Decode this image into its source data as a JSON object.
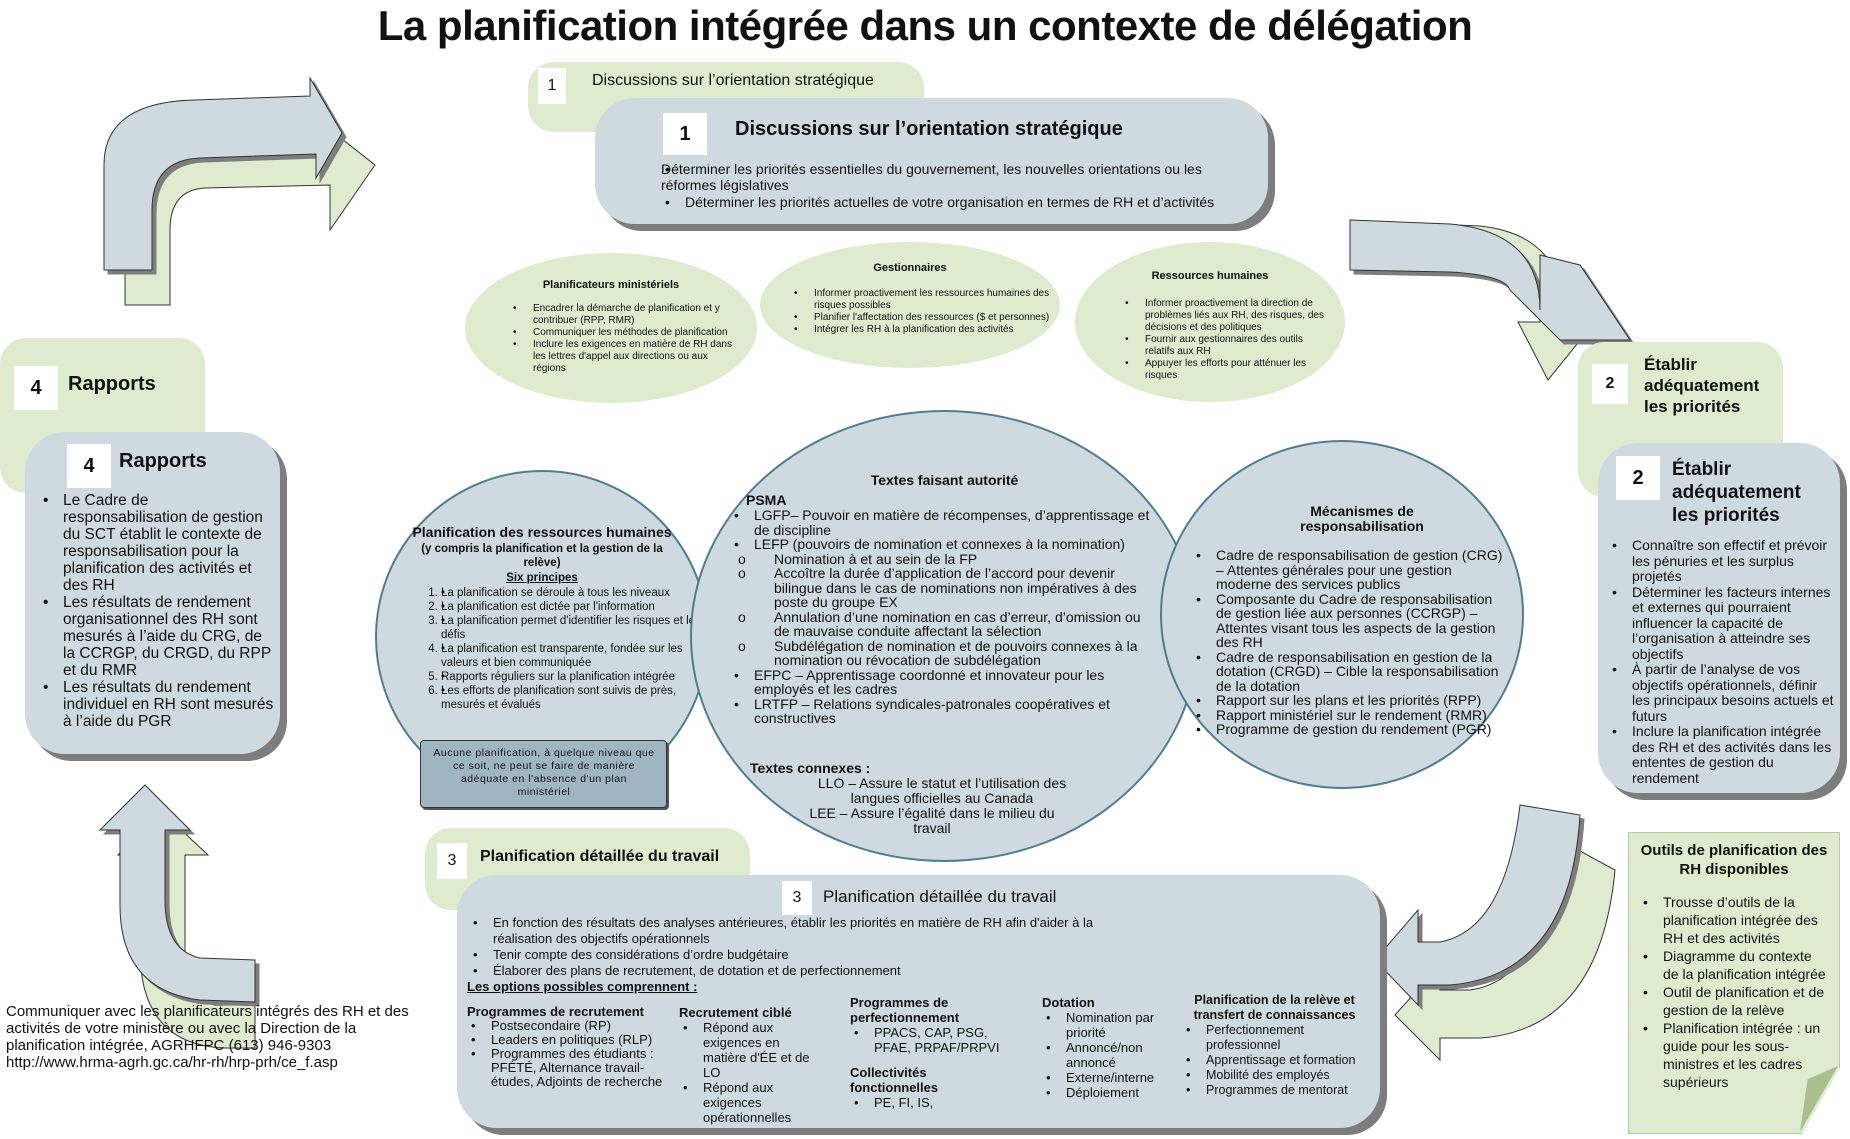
{
  "title": "La planification intégrée dans un contexte de délégation",
  "colors": {
    "panel_blue": "#cfdae0",
    "panel_green": "#dfebcf",
    "shadow": "#7d7d7d",
    "oval_border": "#4e7d8f"
  },
  "step1": {
    "number": "1",
    "tab_label": "Discussions sur l’orientation stratégique",
    "heading": "Discussions sur l’orientation stratégique",
    "items": [
      "Déterminer les priorités essentielles du gouvernement, les nouvelles orientations ou les réformes législatives",
      "Déterminer les priorités actuelles de votre organisation en termes de RH et d’activités"
    ]
  },
  "roles": [
    {
      "title": "Planificateurs ministériels",
      "items": [
        "Encadrer la démarche de planification et y contribuer (RPP, RMR)",
        "Communiquer les méthodes de planification",
        "Inclure les exigences en matière de RH dans les lettres d'appel aux directions ou aux régions"
      ]
    },
    {
      "title": "Gestionnaires",
      "items": [
        "Informer proactivement les ressources humaines des risques possibles",
        "Planifier l'affectation des ressources ($ et personnes)",
        "Intégrer les RH à la planification des activités"
      ]
    },
    {
      "title": "Ressources humaines",
      "items": [
        "Informer proactivement la direction de problèmes liés aux RH, des risques, des décisions et des politiques",
        "Fournir aux gestionnaires des outils relatifs aux RH",
        "Appuyer les efforts pour atténuer les risques"
      ]
    }
  ],
  "step2": {
    "number": "2",
    "tab_label": "Établir adéquatement les priorités",
    "heading": "Établir adéquatement les priorités",
    "items": [
      "Connaître son effectif et prévoir les pénuries et les surplus projetés",
      "Déterminer les facteurs internes et externes qui pourraient influencer la capacité de l’organisation à atteindre ses objectifs",
      "À partir de l’analyse de vos objectifs opérationnels, définir les principaux besoins actuels et futurs",
      "Inclure la planification intégrée des RH et des activités dans les ententes de gestion du rendement"
    ]
  },
  "step4": {
    "number": "4",
    "tab_label": "Rapports",
    "heading": "Rapports",
    "items": [
      "Le Cadre de responsabilisation de gestion du SCT établit le contexte de responsabilisation pour la planification des activités et des RH",
      "Les résultats de rendement organisationnel des RH sont mesurés à l’aide du CRG, de la CCRGP, du CRGD, du RPP et du RMR",
      "Les résultats du rendement individuel en RH sont mesurés à l’aide du PGR"
    ]
  },
  "hr_planning": {
    "title": "Planification des ressources humaines",
    "subtitle": "(y compris la planification et la gestion de la relève)",
    "principles_label": "Six principes",
    "principles": [
      "La planification se déroule à tous les niveaux",
      "La planification est dictée par l'information",
      "La planification permet d'identifier les risques et les défis",
      "La planification est transparente, fondée sur les valeurs et bien communiquée",
      "Rapports réguliers sur la planification intégrée",
      "Les efforts de planification sont suivis de près, mesurés et évalués"
    ],
    "scroll_note": "Aucune planification, à quelque niveau que ce soit, ne peut se faire de manière adéquate en l'absence d'un plan ministériel"
  },
  "authority": {
    "title": "Textes faisant autorité",
    "psma_label": "PSMA",
    "items": [
      {
        "text": "LGFP– Pouvoir en matière de récompenses, d’apprentissage et de discipline",
        "sub": []
      },
      {
        "text": "LEFP  (pouvoirs de nomination et connexes à la nomination)",
        "sub": [
          "Nomination à et au sein de la FP",
          "Accoître la durée d’application de l’accord pour devenir bilingue dans le cas de nominations non impératives à des poste du groupe EX",
          "Annulation d’une nomination en cas d’erreur, d’omission ou de mauvaise conduite affectant la sélection",
          "Subdélégation de nomination et de pouvoirs connexes à la nomination ou révocation de subdélégation"
        ]
      },
      {
        "text": "EFPC – Apprentissage coordonné et innovateur pour les employés et les cadres",
        "sub": []
      },
      {
        "text": "LRTFP – Relations syndicales-patronales coopératives et constructives",
        "sub": []
      }
    ],
    "related_label": "Textes connexes :",
    "related": [
      "LLO – Assure le statut et l’utilisation des langues officielles au Canada",
      "LEE – Assure l’égalité dans le milieu du travail"
    ]
  },
  "accountability": {
    "title": "Mécanismes de responsabilisation",
    "items": [
      "Cadre de responsabilisation de gestion (CRG) – Attentes générales pour une gestion moderne des services publics",
      "Composante du Cadre de responsabilisation de gestion liée aux personnes (CCRGP) – Attentes visant tous les aspects de la gestion des RH",
      "Cadre de responsabilisation en gestion de la dotation (CRGD) – Cible la responsabilisation de la dotation",
      "Rapport sur les plans et les priorités (RPP)",
      "Rapport ministériel sur le rendement (RMR)",
      "Programme de gestion du rendement (PGR)"
    ]
  },
  "step3": {
    "number": "3",
    "tab_label": "Planification détaillée du travail",
    "heading": "Planification détaillée du travail",
    "items": [
      "En fonction des résultats des analyses antérieures, établir les priorités en matière de RH afin d'aider à la réalisation des objectifs opérationnels",
      "Tenir compte des considérations d’ordre budgétaire",
      "Élaborer des plans de recrutement, de dotation et de perfectionnement"
    ],
    "options_label": "Les options possibles comprennent :",
    "columns": [
      {
        "title": "Programmes de recrutement",
        "items": [
          "Postsecondaire (RP)",
          "Leaders en politiques (RLP)",
          "Programmes des étudiants : PFÉTÉ, Alternance travail-études, Adjoints de recherche"
        ]
      },
      {
        "title": "Recrutement ciblé",
        "items": [
          "Répond aux exigences en matière d'ÉE et de LO",
          "Répond aux exigences opérationnelles"
        ]
      },
      {
        "title": "Programmes de perfectionnement",
        "items": [
          "PPACS, CAP, PSG, PFAE, PRPAF/PRPVI"
        ],
        "title2": "Collectivités fonctionnelles",
        "items2": [
          "PE, FI, IS,"
        ]
      },
      {
        "title": "Dotation",
        "items": [
          "Nomination par priorité",
          "Annoncé/non annoncé",
          "Externe/interne",
          "Déploiement"
        ]
      },
      {
        "title": "Planification de la relève et transfert de connaissances",
        "items": [
          "Perfectionnement professionnel",
          "Apprentissage et formation",
          "Mobilité des employés",
          "Programmes de mentorat"
        ]
      }
    ]
  },
  "tools": {
    "title": "Outils de planification des RH disponibles",
    "items": [
      "Trousse d’outils de la planification intégrée des RH et des activités",
      "Diagramme du contexte de la planification intégrée",
      "Outil de planification et de gestion de la relève",
      "Planification intégrée : un guide pour les sous-ministres et les cadres supérieurs"
    ]
  },
  "contact": "Communiquer avec les planificateurs intégrés des RH et des activités de votre ministère ou avec la Direction de la planification intégrée, AGRHFPC (613) 946-9303",
  "contact_url": "http://www.hrma-agrh.gc.ca/hr-rh/hrp-prh/ce_f.asp"
}
